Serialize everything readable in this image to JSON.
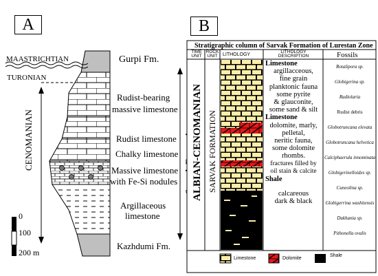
{
  "panel_a": {
    "label": "A",
    "stages": [
      "MAASTRICHTIAN",
      "TURONIAN",
      "CENOMANIAN"
    ],
    "units": [
      "Gurpi Fm.",
      "Rudist-bearing",
      "massive limestone",
      "Rudist limestone",
      "Chalky limestone",
      "Massive limestone",
      "with Fe-Si nodules",
      "Argillaceous",
      "limestone",
      "Kazhdumi Fm."
    ],
    "formation": "Sarvak Formation",
    "scale": [
      "0",
      "100",
      "200 m"
    ]
  },
  "panel_b": {
    "label": "B",
    "title": "Stratigraphic column of Sarvak Formation of Lurestan Zone",
    "headers": {
      "time_unit": [
        "TIME",
        "UNIT"
      ],
      "rock_unit": [
        "ROCK",
        "UNIT"
      ],
      "lithology": "LITHOLOGY",
      "description": [
        "LITHOLOGY",
        "DESCRIPTION"
      ],
      "fossils": "Fossils"
    },
    "time_unit": "ALBIAN-CENOMANIAN",
    "rock_unit": "SARVAK FORMATION",
    "description": [
      "Limestone",
      "argillacceous,",
      "fine grain",
      "planktonic fauna",
      "some pyrite",
      "& glauconite,",
      "some sand & silt",
      "Limestone",
      "dolomite, marly,",
      "pelletal,",
      "neritic fauna,",
      "some dolomite",
      "rhombs.",
      "fractures filled by",
      "oil stain & calcite",
      "Shale",
      "calcareous",
      "dark & black"
    ],
    "fossils": [
      "Rotalipora sp.",
      "Globigerina sp.",
      "Radiolaria",
      "Rudist debris",
      "Globotruncana elevata",
      "Globotruncana helvetica",
      "Calciphaerula innominata",
      "Globigerinelloides sp.",
      "Cuneolina sp.",
      "Globigerrina washitensis",
      "Dukhania sp.",
      "Pithonella ovalis"
    ],
    "legend": [
      "Limestone",
      "Dolomite",
      "Shale"
    ]
  },
  "colors": {
    "limestone": "#fbeeaa",
    "dolomite": "#e8161a",
    "shale": "#000000",
    "overburden": "#bfbfbf"
  }
}
